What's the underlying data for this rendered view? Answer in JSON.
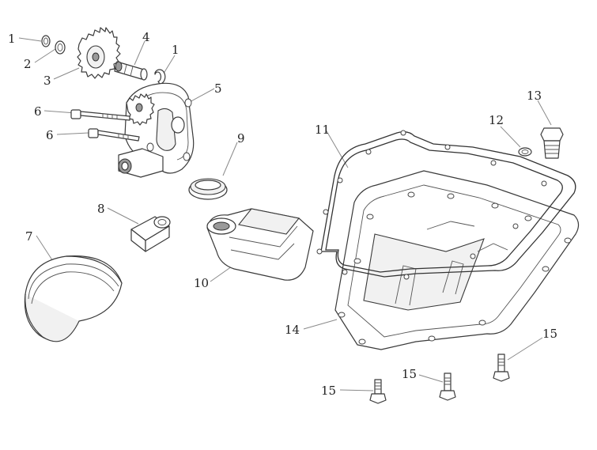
{
  "diagram": {
    "callouts": [
      {
        "id": "c1a",
        "label": "1"
      },
      {
        "id": "c2",
        "label": "2"
      },
      {
        "id": "c3",
        "label": "3"
      },
      {
        "id": "c4",
        "label": "4"
      },
      {
        "id": "c1b",
        "label": "1"
      },
      {
        "id": "c5",
        "label": "5"
      },
      {
        "id": "c6a",
        "label": "6"
      },
      {
        "id": "c6b",
        "label": "6"
      },
      {
        "id": "c7",
        "label": "7"
      },
      {
        "id": "c8",
        "label": "8"
      },
      {
        "id": "c9",
        "label": "9"
      },
      {
        "id": "c10",
        "label": "10"
      },
      {
        "id": "c11",
        "label": "11"
      },
      {
        "id": "c12",
        "label": "12"
      },
      {
        "id": "c13",
        "label": "13"
      },
      {
        "id": "c14",
        "label": "14"
      },
      {
        "id": "c15a",
        "label": "15"
      },
      {
        "id": "c15b",
        "label": "15"
      },
      {
        "id": "c15c",
        "label": "15"
      }
    ]
  }
}
